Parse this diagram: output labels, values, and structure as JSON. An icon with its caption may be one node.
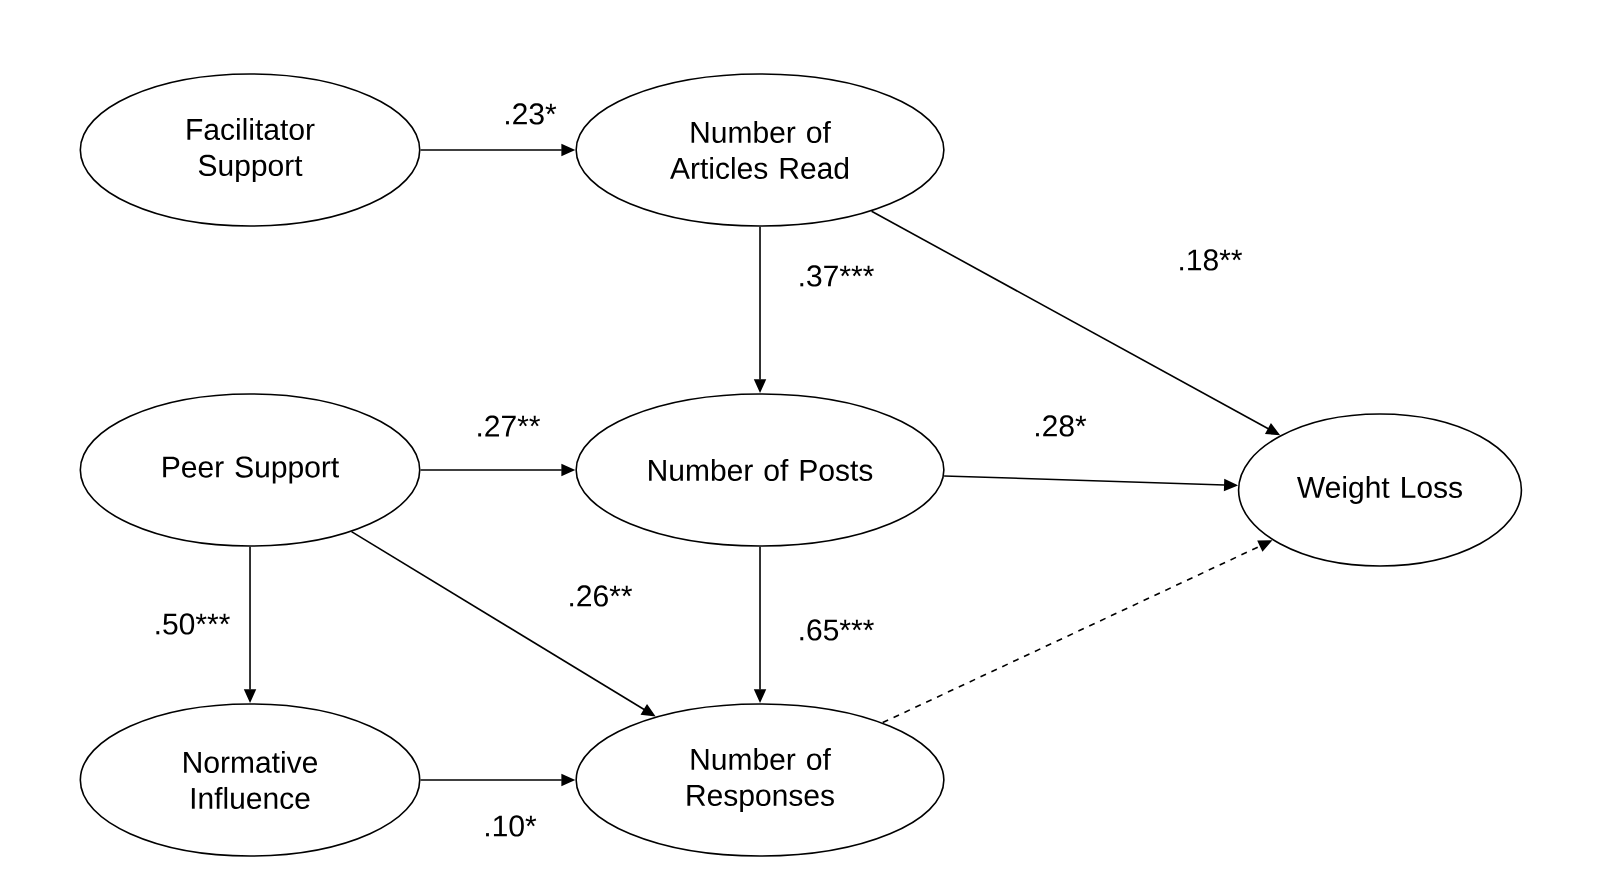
{
  "diagram": {
    "nodes": [
      {
        "text": [
          "Facilitator Support"
        ]
      },
      {
        "text": [
          "Number of Articles Read"
        ]
      },
      {
        "text": [
          "Peer Support"
        ]
      },
      {
        "text": [
          "Number of Posts"
        ]
      },
      {
        "text": [
          "Weight Loss"
        ]
      },
      {
        "text": [
          "Normative Influence"
        ]
      },
      {
        "text": [
          "Number of Responses"
        ]
      }
    ],
    "edges": [
      {
        "from": 0,
        "to": 1,
        "arrow": "to",
        "label": ".23*"
      },
      {
        "from": 1,
        "to": 3,
        "arrow": "to",
        "label": ".37***"
      },
      {
        "from": 1,
        "to": 4,
        "arrow": "to",
        "label": ".18**"
      },
      {
        "from": 2,
        "to": 3,
        "arrow": "to",
        "label": ".27**"
      },
      {
        "from": 3,
        "to": 4,
        "arrow": "to",
        "label": ".28*"
      },
      {
        "from": 2,
        "to": 6,
        "arrow": "to",
        "label": ".26**"
      },
      {
        "from": 2,
        "to": 5,
        "arrow": "to",
        "label": ".50***"
      },
      {
        "from": 3,
        "to": 6,
        "arrow": "to",
        "label": ".65***"
      },
      {
        "from": 5,
        "to": 6,
        "arrow": "to",
        "label": ".10*"
      },
      {
        "from": 6,
        "to": 4,
        "arrow": "to",
        "style": "dashed"
      }
    ]
  }
}
